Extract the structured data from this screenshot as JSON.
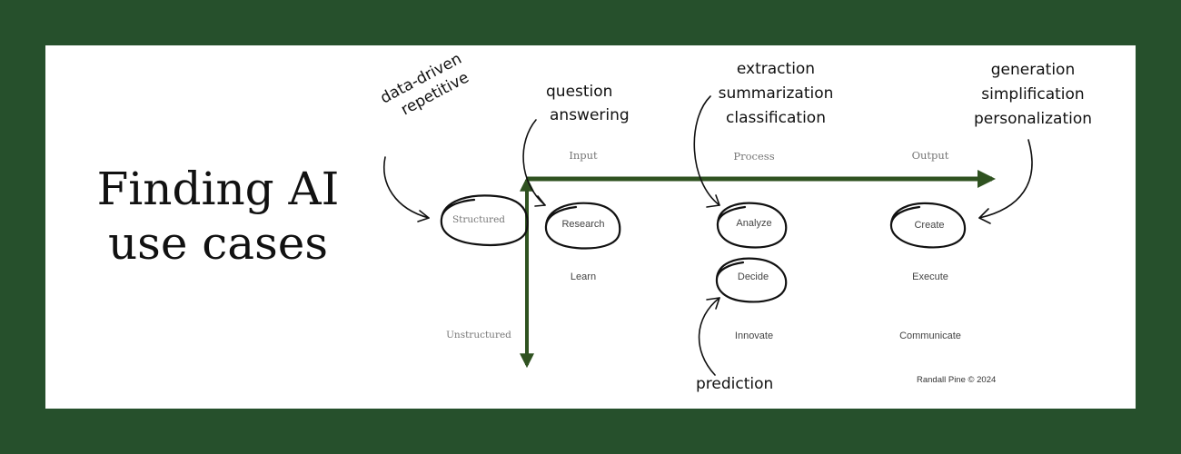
{
  "title": {
    "line1": "Finding AI",
    "line2": "use cases"
  },
  "axes": {
    "columns": [
      "Input",
      "Process",
      "Output"
    ],
    "rows": [
      "Structured",
      "Unstructured"
    ]
  },
  "cells": {
    "research": "Research",
    "learn": "Learn",
    "analyze": "Analyze",
    "decide": "Decide",
    "innovate": "Innovate",
    "create": "Create",
    "execute": "Execute",
    "communicate": "Communicate"
  },
  "annotations": {
    "structured": {
      "line1": "data-driven",
      "line2": "repetitive"
    },
    "research": {
      "line1": "question",
      "line2": "answering"
    },
    "analyze": {
      "line1": "extraction",
      "line2": "summarization",
      "line3": "classification"
    },
    "create": {
      "line1": "generation",
      "line2": "simplification",
      "line3": "personalization"
    },
    "decide": {
      "line1": "prediction"
    }
  },
  "credit": "Randall Pine © 2024",
  "colors": {
    "background": "#26502c",
    "card": "#ffffff",
    "axis": "#2f5220",
    "ink": "#111111"
  }
}
